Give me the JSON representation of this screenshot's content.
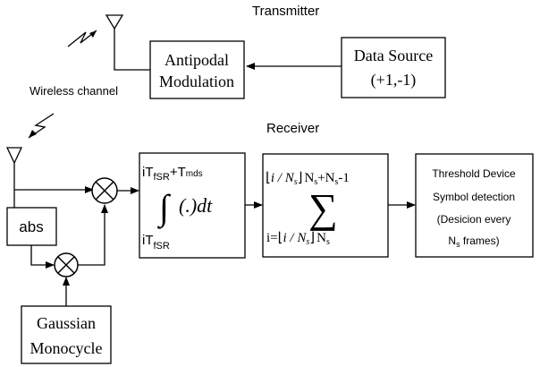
{
  "transmitter": {
    "label": "Transmitter",
    "modulation_line1": "Antipodal",
    "modulation_line2": "Modulation",
    "data_source_line1": "Data Source",
    "data_source_line2": "(+1,-1)",
    "channel_label": "Wireless channel"
  },
  "receiver": {
    "label": "Receiver",
    "abs_label": "abs",
    "gaussian_line1": "Gaussian",
    "gaussian_line2": "Monocycle",
    "integrator": {
      "upper_prefix": "iT",
      "upper_sub": "fSR",
      "upper_plus": "+T",
      "upper_sub2": "mds",
      "integral_sign": "∫",
      "integrand": "(.)dt",
      "lower_prefix": "iT",
      "lower_sub": "fSR"
    },
    "summation": {
      "upper_floor_open": "⌊",
      "upper_expr": "i / N",
      "upper_sub": "s",
      "upper_floor_close": "⌋",
      "upper_tail": "N",
      "upper_tail_sub": "s",
      "upper_tail_plus": "+N",
      "upper_tail_sub2": "s",
      "upper_tail_minus": "-1",
      "sigma": "∑",
      "lower_prefix": "i=",
      "lower_floor_open": "⌊",
      "lower_expr": "i / N",
      "lower_sub": "s",
      "lower_floor_close": "⌋",
      "lower_tail": "N",
      "lower_tail_sub": "s"
    },
    "threshold": {
      "line1": "Threshold Device",
      "line2": "Symbol detection",
      "line3": "(Desicion every",
      "line4_n": "N",
      "line4_sub": "s",
      "line4_rest": " frames)"
    },
    "multiplier_symbol": "⊗"
  }
}
